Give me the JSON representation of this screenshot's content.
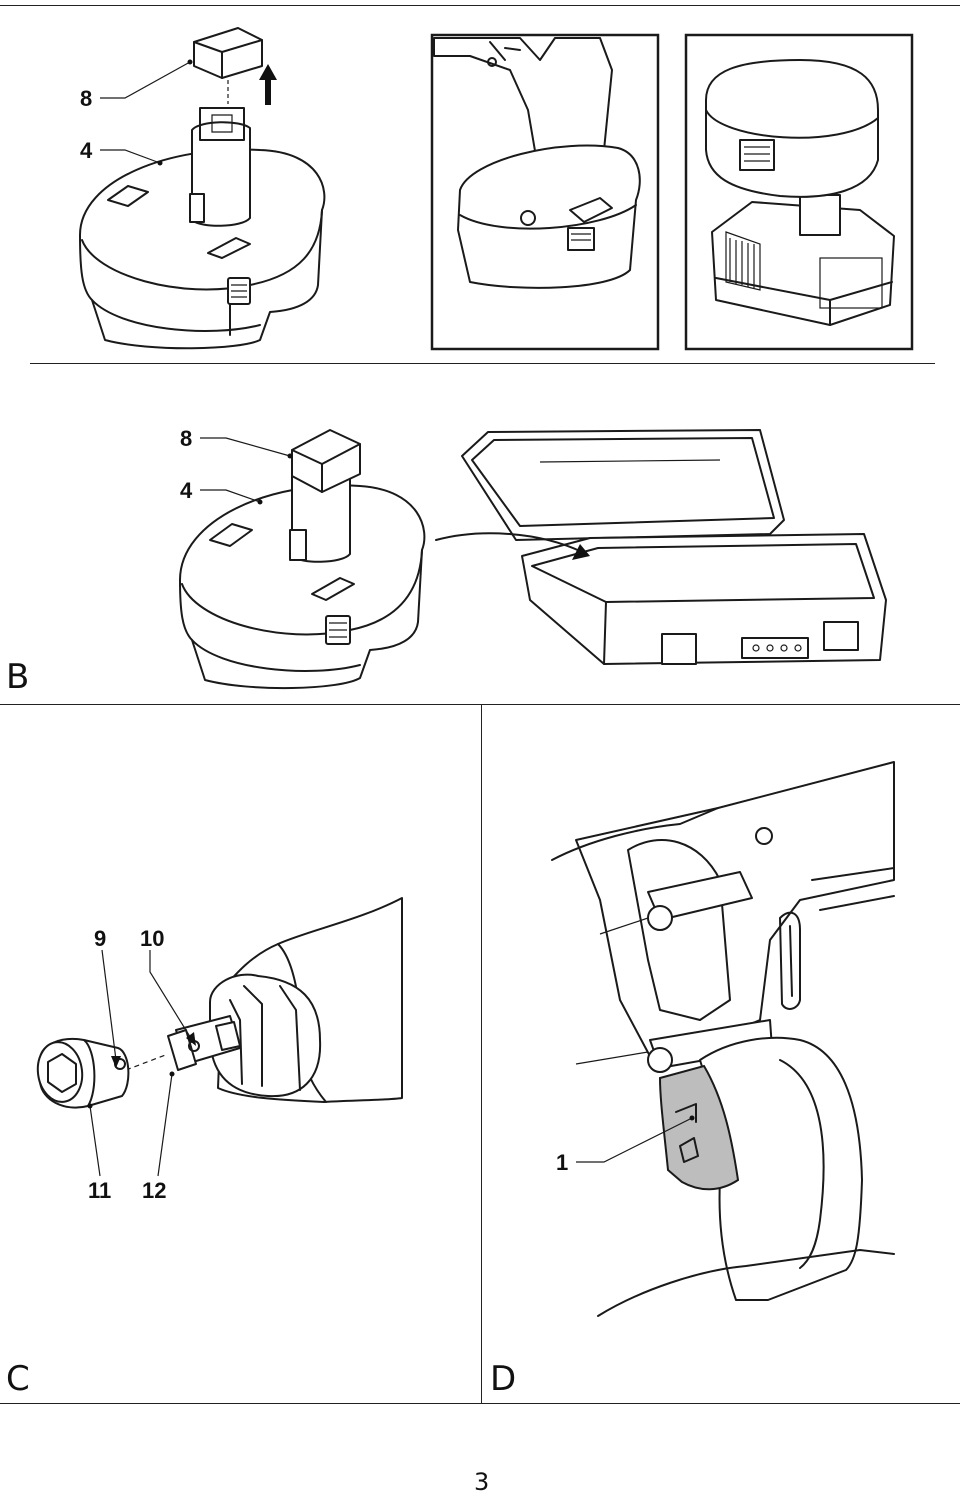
{
  "page": {
    "number": "3"
  },
  "sections": {
    "b_letter": "B",
    "c_letter": "C",
    "d_letter": "D"
  },
  "callouts": {
    "top_8": "8",
    "top_4": "4",
    "b_8": "8",
    "b_4": "4",
    "c_9": "9",
    "c_10": "10",
    "c_11": "11",
    "c_12": "12",
    "d_1": "1"
  },
  "colors": {
    "ink": "#1a1a1a",
    "trigger_fill": "#bdbdbd"
  }
}
